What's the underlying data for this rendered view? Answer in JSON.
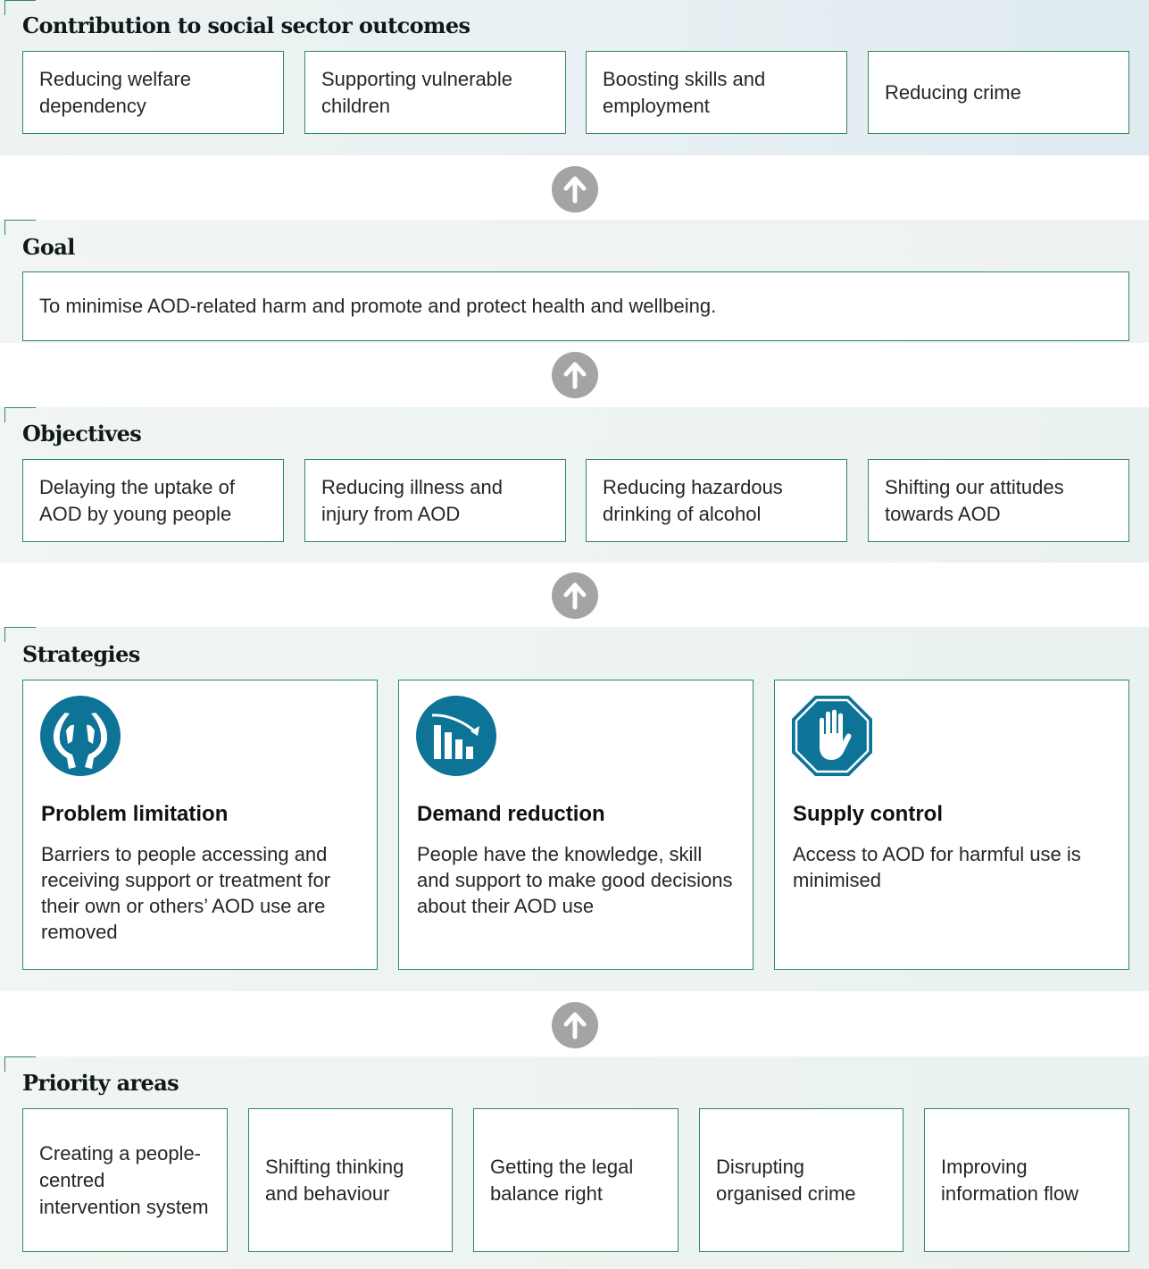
{
  "outcomes": {
    "heading": "Contribution to social sector outcomes",
    "items": [
      "Reducing welfare dependency",
      "Supporting vulnerable children",
      "Boosting skills and employment",
      "Reducing crime"
    ]
  },
  "goal": {
    "heading": "Goal",
    "text": "To minimise AOD-related harm and promote and protect health and wellbeing."
  },
  "objectives": {
    "heading": "Objectives",
    "items": [
      "Delaying the uptake of AOD by young people",
      "Reducing illness and injury from AOD",
      "Reducing hazardous drinking of alcohol",
      "Shifting our attitudes towards AOD"
    ]
  },
  "strategies": {
    "heading": "Strategies",
    "items": [
      {
        "title": "Problem limitation",
        "text": "Barriers to people accessing and receiving support or treatment for their own or others’ AOD use are removed",
        "icon": "hands-icon"
      },
      {
        "title": "Demand reduction",
        "text": "People have the knowledge, skill and support to make good decisions about their AOD use",
        "icon": "declining-bar-chart-icon"
      },
      {
        "title": "Supply control",
        "text": "Access to AOD for harmful use is minimised",
        "icon": "stop-hand-icon"
      }
    ]
  },
  "priority": {
    "heading": "Priority areas",
    "items": [
      "Creating a people-centred intervention system",
      "Shifting thinking and behaviour",
      "Getting the legal balance right",
      "Disrupting organised crime",
      "Improving information flow"
    ]
  },
  "colors": {
    "border": "#2e8b57",
    "icon": "#0d7497",
    "arrow": "#a4a4a4"
  }
}
